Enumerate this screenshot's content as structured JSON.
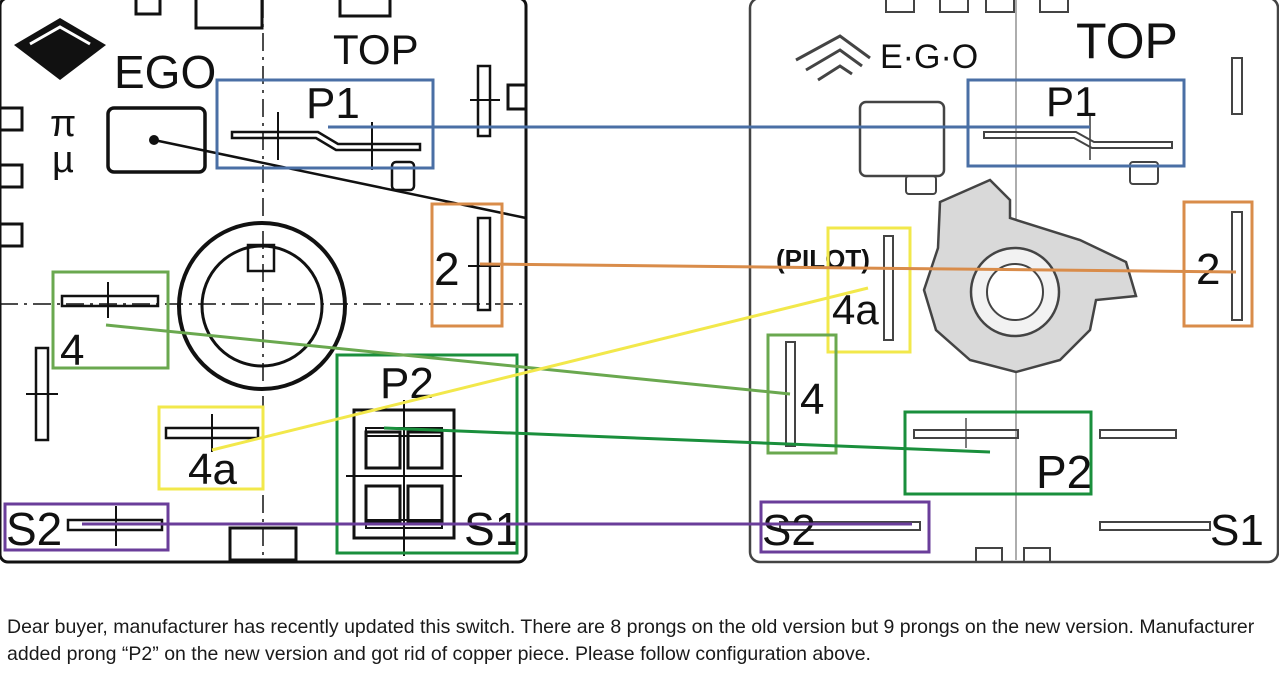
{
  "colors": {
    "P1": "#4a6fa5",
    "2": "#d98c4a",
    "4": "#6aa84f",
    "4a": "#f2e84b",
    "P2": "#1a8f3c",
    "S2": "#6a3d9a",
    "outline": "#111111"
  },
  "old_switch": {
    "brand": "EGO",
    "top": "TOP",
    "labels": {
      "p1": "P1",
      "t2": "2",
      "t4": "4",
      "t4a": "4a",
      "p2": "P2",
      "s2": "S2",
      "s1": "S1"
    },
    "symbols": {
      "pi": "π",
      "mu": "µ"
    }
  },
  "new_switch": {
    "brand": "E·G·O",
    "top": "TOP",
    "pilot": "(PILOT)",
    "labels": {
      "p1": "P1",
      "t2": "2",
      "t4": "4",
      "t4a": "4a",
      "p2": "P2",
      "s2": "S2",
      "s1": "S1"
    }
  },
  "notice": "Dear buyer, manufacturer has recently updated this switch. There are 8 prongs on the old version but 9 prongs on the new version. Manufacturer added prong “P2” on the new version and got rid of copper piece. Please follow configuration above."
}
